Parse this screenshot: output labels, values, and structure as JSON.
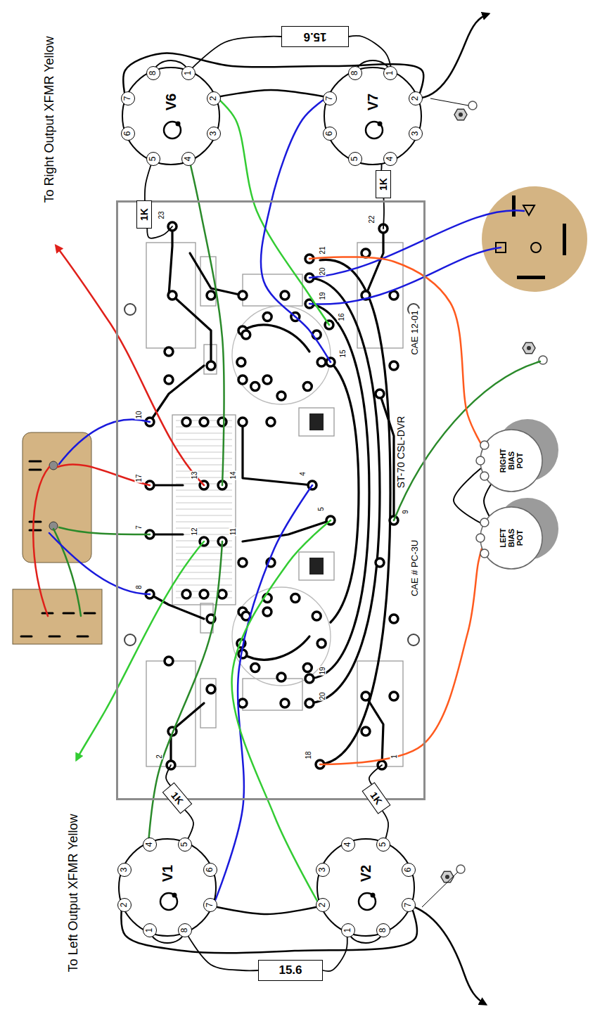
{
  "diagram": {
    "nodes": [
      {
        "text": [
          "CAE 12-01",
          "ST-70 CSL-DVR",
          "CAE # PC-3U"
        ]
      },
      {
        "text": [
          "V6"
        ]
      },
      {
        "text": [
          "V7"
        ]
      },
      {
        "text": [
          "V1"
        ]
      },
      {
        "text": [
          "V2"
        ]
      },
      {
        "text": [
          "1K"
        ]
      },
      {
        "text": [
          "1K"
        ]
      },
      {
        "text": [
          "1K"
        ]
      },
      {
        "text": [
          "1K"
        ]
      },
      {
        "text": [
          "15.6"
        ]
      },
      {
        "text": [
          "15.6"
        ]
      },
      {
        "text": [
          "RIGHT BIAS POT"
        ]
      },
      {
        "text": [
          "LEFT BIAS POT"
        ]
      }
    ],
    "edges": [
      {
        "from": 1,
        "to": 5,
        "arrow": "none"
      },
      {
        "from": 5,
        "to": 0,
        "arrow": "none"
      },
      {
        "from": 2,
        "to": 6,
        "arrow": "none"
      },
      {
        "from": 6,
        "to": 0,
        "arrow": "none"
      },
      {
        "from": 3,
        "to": 7,
        "arrow": "none"
      },
      {
        "from": 7,
        "to": 0,
        "arrow": "none"
      },
      {
        "from": 4,
        "to": 8,
        "arrow": "none"
      },
      {
        "from": 8,
        "to": 0,
        "arrow": "none"
      },
      {
        "from": 1,
        "to": 9,
        "arrow": "none"
      },
      {
        "from": 9,
        "to": 2,
        "arrow": "none"
      },
      {
        "from": 3,
        "to": 10,
        "arrow": "none"
      },
      {
        "from": 10,
        "to": 4,
        "arrow": "none"
      },
      {
        "from": 1,
        "to": 2,
        "arrow": "none"
      },
      {
        "from": 1,
        "to": 2,
        "arrow": "none"
      },
      {
        "from": 3,
        "to": 4,
        "arrow": "none"
      },
      {
        "from": 3,
        "to": 4,
        "arrow": "none"
      },
      {
        "from": 1,
        "to": 0,
        "arrow": "none"
      },
      {
        "from": 1,
        "to": 0,
        "arrow": "none"
      },
      {
        "from": 2,
        "to": 0,
        "arrow": "none"
      },
      {
        "from": 3,
        "to": 0,
        "arrow": "none"
      },
      {
        "from": 3,
        "to": 0,
        "arrow": "none"
      },
      {
        "from": 4,
        "to": 0,
        "arrow": "none"
      },
      {
        "from": 0,
        "to": 11,
        "arrow": "none"
      },
      {
        "from": 0,
        "to": 12,
        "arrow": "none"
      },
      {
        "from": 11,
        "to": 12,
        "arrow": "none"
      },
      {
        "from": 11,
        "to": 12,
        "arrow": "none"
      }
    ],
    "labels": [
      "To Right Output XFMR Yellow",
      "To Left Output XFMR Yellow",
      "1",
      "2",
      "3",
      "4",
      "5",
      "6",
      "7",
      "8",
      "1",
      "2",
      "3",
      "4",
      "5",
      "6",
      "7",
      "8",
      "1",
      "2",
      "3",
      "4",
      "5",
      "6",
      "7",
      "8",
      "1",
      "2",
      "3",
      "4",
      "5",
      "6",
      "7",
      "8",
      "23",
      "22",
      "21",
      "20",
      "19",
      "16",
      "15",
      "10",
      "17",
      "13",
      "14",
      "7",
      "12",
      "11",
      "8",
      "4",
      "5",
      "9",
      "19",
      "20",
      "2",
      "18",
      "1"
    ]
  }
}
